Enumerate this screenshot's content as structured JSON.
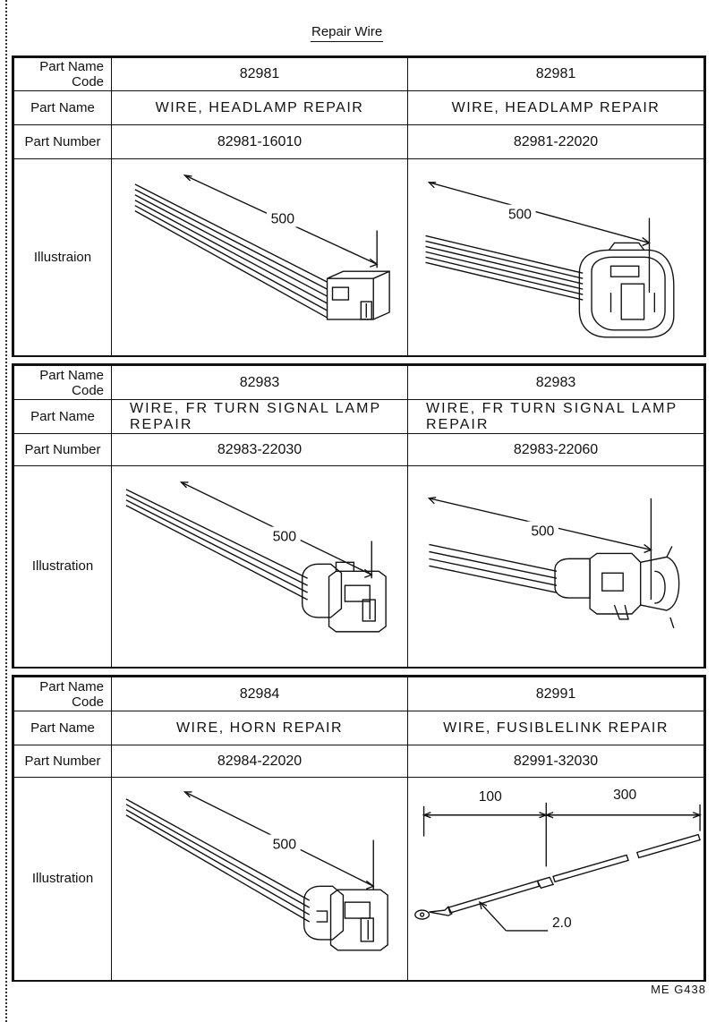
{
  "title": "Repair Wire",
  "labels": {
    "code": [
      "Part Name",
      "Code"
    ],
    "name": "Part Name",
    "number": "Part Number",
    "illustration_first": "Illustraion",
    "illustration": "Illustration"
  },
  "blocks": [
    {
      "left": {
        "code": "82981",
        "name": "WIRE, HEADLAMP REPAIR",
        "number": "82981-16010",
        "length": "500",
        "icon": "two-pin-connector-icon"
      },
      "right": {
        "code": "82981",
        "name": "WIRE, HEADLAMP REPAIR",
        "number": "82981-22020",
        "length": "500",
        "icon": "round-connector-icon"
      }
    },
    {
      "left": {
        "code": "82983",
        "name": [
          "WIRE, FR TURN SIGNAL LAMP",
          "REPAIR"
        ],
        "number": "82983-22030",
        "length": "500",
        "icon": "square-connector-icon"
      },
      "right": {
        "code": "82983",
        "name": [
          "WIRE, FR TURN SIGNAL LAMP",
          "REPAIR"
        ],
        "number": "82983-22060",
        "length": "500",
        "icon": "bayonet-connector-icon"
      }
    },
    {
      "left": {
        "code": "82984",
        "name": "WIRE, HORN REPAIR",
        "number": "82984-22020",
        "length": "500",
        "icon": "square-connector-icon"
      },
      "right": {
        "code": "82991",
        "name": "WIRE, FUSIBLELINK REPAIR",
        "number": "82991-32030",
        "dims": [
          "100",
          "300",
          "2.0"
        ],
        "icon": "fusible-link-icon"
      }
    }
  ],
  "footer": "ME G438"
}
